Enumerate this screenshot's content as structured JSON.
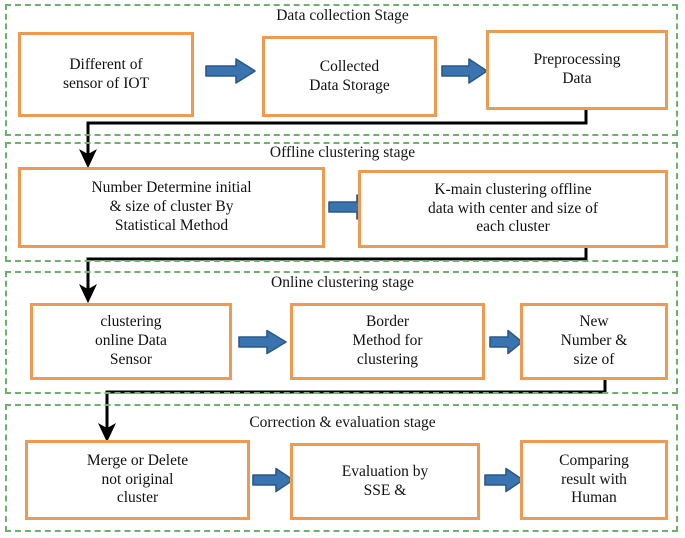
{
  "diagram": {
    "title": "IoT data clustering pipeline flowchart",
    "colors": {
      "box_border": "#ed9b53",
      "box_fill": "#ffffff",
      "stage_border": "#6cb26c",
      "arrow_fill": "#3a74b0",
      "arrow_stroke": "#2a588a",
      "connector": "#000000",
      "text": "#111111"
    },
    "stages": [
      {
        "id": "data-collection",
        "title": "Data collection Stage",
        "boxes": [
          {
            "id": "different-of-sensor-of-iot",
            "lines": [
              "Different of",
              "sensor of IOT"
            ]
          },
          {
            "id": "collected-data-storage",
            "lines": [
              "Collected",
              "Data Storage"
            ]
          },
          {
            "id": "preprocessing-data",
            "lines": [
              "Preprocessing",
              "Data"
            ]
          }
        ],
        "arrows": 2
      },
      {
        "id": "offline-clustering",
        "title": "Offline clustering stage",
        "boxes": [
          {
            "id": "determine-initial-number-size",
            "lines": [
              "Number  Determine initial",
              "& size of cluster By",
              "Statistical Method"
            ]
          },
          {
            "id": "k-main-clustering-offline",
            "lines": [
              "K-main clustering offline",
              "data with center and size of",
              "each cluster"
            ]
          }
        ],
        "arrows": 1
      },
      {
        "id": "online-clustering",
        "title": "Online clustering stage",
        "boxes": [
          {
            "id": "clustering-online-data-sensor",
            "lines": [
              "clustering",
              "online Data",
              "Sensor"
            ]
          },
          {
            "id": "border-method-for-clustering",
            "lines": [
              "Border",
              "Method for",
              "clustering"
            ]
          },
          {
            "id": "new-number-size-of",
            "lines": [
              "New",
              "Number &",
              "size of"
            ]
          }
        ],
        "arrows": 2
      },
      {
        "id": "correction-evaluation",
        "title": "Correction & evaluation stage",
        "boxes": [
          {
            "id": "merge-or-delete-not-original-cluster",
            "lines": [
              "Merge or Delete",
              "not original",
              "cluster"
            ]
          },
          {
            "id": "evaluation-by-sse",
            "lines": [
              "Evaluation by",
              "SSE &"
            ]
          },
          {
            "id": "comparing-result-with-human",
            "lines": [
              "Comparing",
              "result with",
              "Human"
            ]
          }
        ],
        "arrows": 2
      }
    ]
  }
}
